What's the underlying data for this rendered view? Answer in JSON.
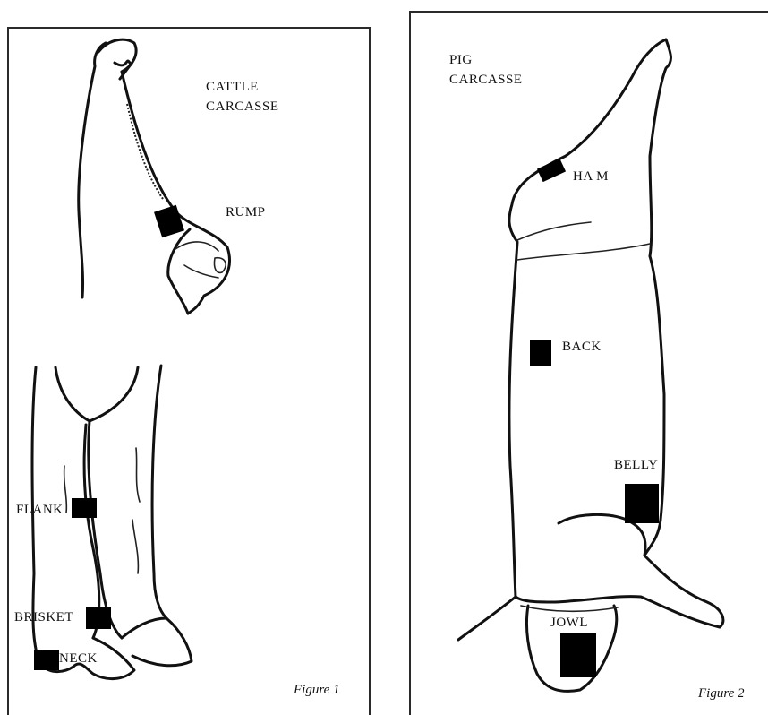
{
  "figure1": {
    "title_line1": "CATTLE",
    "title_line2": "CARCASSE",
    "labels": {
      "rump": "RUMP",
      "flank": "FLANK",
      "brisket": "BRISKET",
      "neck": "NECK"
    },
    "caption": "Figure 1"
  },
  "figure2": {
    "title_line1": "PIG",
    "title_line2": "CARCASSE",
    "labels": {
      "ham": "HA M",
      "back": "BACK",
      "belly": "BELLY",
      "jowl": "JOWL"
    },
    "caption": "Figure 2"
  },
  "colors": {
    "ink": "#111111",
    "background": "#ffffff",
    "sample_marker": "#000000"
  }
}
